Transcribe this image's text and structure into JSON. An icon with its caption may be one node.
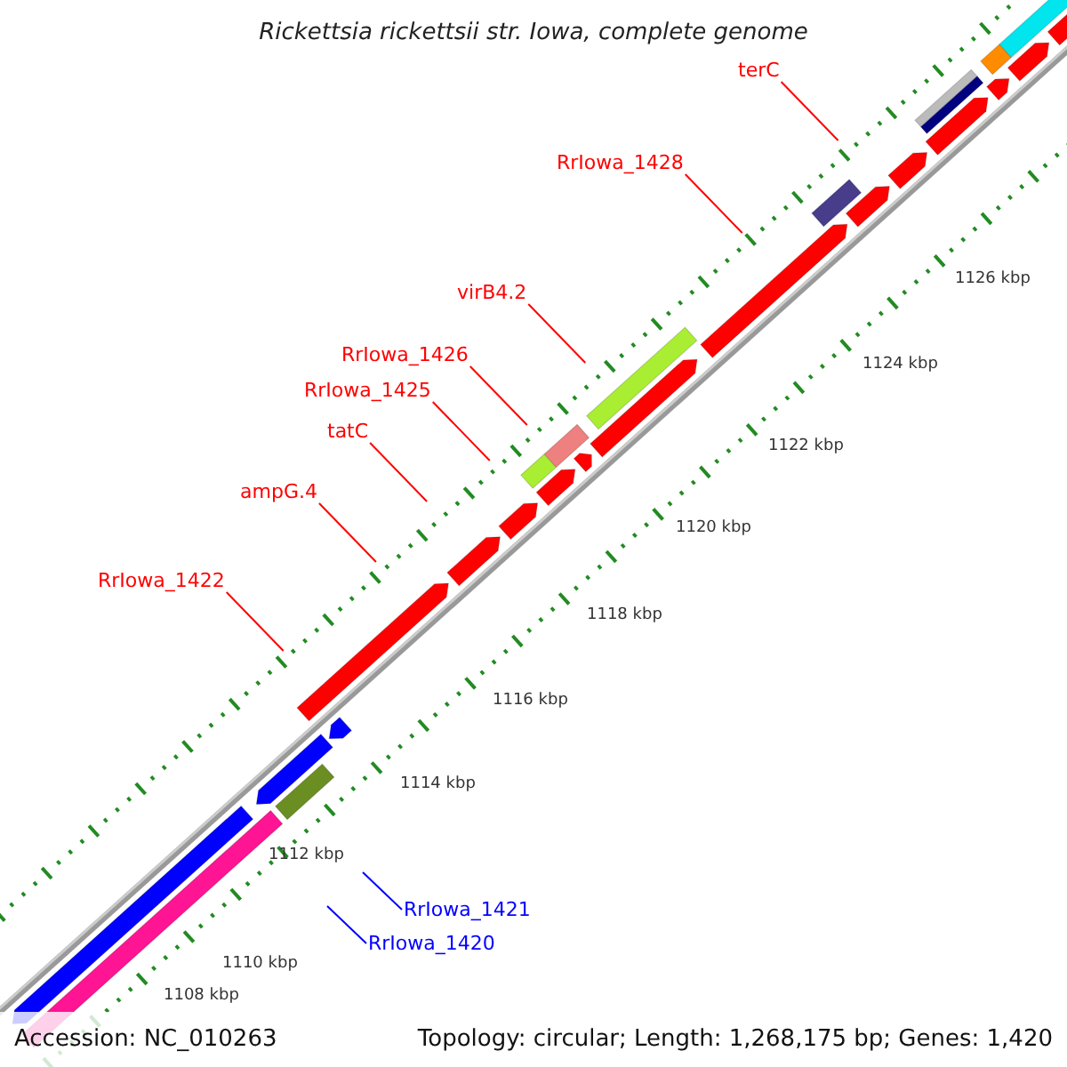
{
  "diagram": {
    "title": "Rickettsia rickettsii str. Iowa, complete genome",
    "nodes": [
      {
        "text": [
          "terC"
        ]
      },
      {
        "text": [
          "RrIowa_1428"
        ]
      },
      {
        "text": [
          "virB4.2"
        ]
      },
      {
        "text": [
          "RrIowa_1426"
        ]
      },
      {
        "text": [
          "RrIowa_1425"
        ]
      },
      {
        "text": [
          "tatC"
        ]
      },
      {
        "text": [
          "ampG.4"
        ]
      },
      {
        "text": [
          "RrIowa_1422"
        ]
      },
      {
        "text": [
          "RrIowa_1421"
        ]
      },
      {
        "text": [
          "RrIowa_1420"
        ]
      }
    ],
    "edges": [
      {
        "from": 0,
        "to": null,
        "arrow": "none"
      },
      {
        "from": 1,
        "to": null,
        "arrow": "none"
      },
      {
        "from": 2,
        "to": null,
        "arrow": "none"
      },
      {
        "from": 3,
        "to": null,
        "arrow": "none"
      },
      {
        "from": 4,
        "to": null,
        "arrow": "none"
      },
      {
        "from": 5,
        "to": null,
        "arrow": "none"
      },
      {
        "from": 6,
        "to": null,
        "arrow": "none"
      },
      {
        "from": 7,
        "to": null,
        "arrow": "none"
      },
      {
        "from": 8,
        "to": null,
        "arrow": "none",
        "color": "#0000ff"
      },
      {
        "from": 9,
        "to": null,
        "arrow": "none",
        "color": "#0000ff"
      }
    ],
    "labels": [
      "1126 kbp",
      "1124 kbp",
      "1122 kbp",
      "1120 kbp",
      "1118 kbp",
      "1116 kbp",
      "1114 kbp",
      "1112 kbp",
      "1110 kbp",
      "1108 kbp",
      "Accession: NC_010263",
      "Topology: circular; Length: 1,268,175 bp; Genes: 1,420"
    ]
  }
}
